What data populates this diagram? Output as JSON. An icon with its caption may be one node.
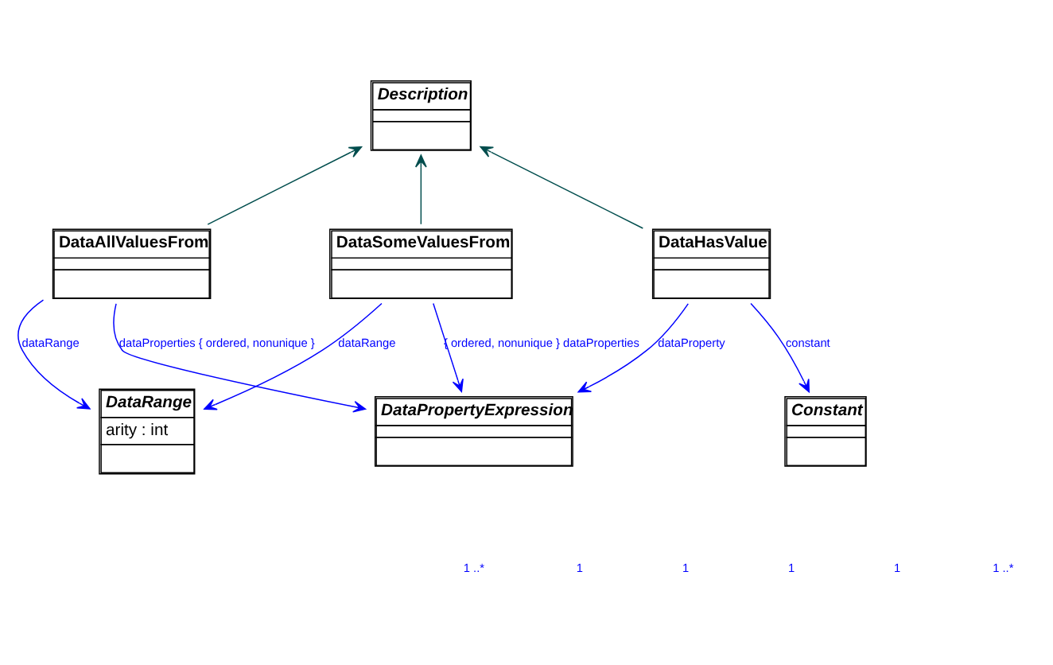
{
  "diagram": {
    "nodes": [
      {
        "text": [
          "Description"
        ]
      },
      {
        "text": [
          "DataSomeValuesFrom"
        ]
      },
      {
        "text": [
          "DataAllValuesFrom"
        ]
      },
      {
        "text": [
          "DataHasValue"
        ]
      },
      {
        "text": [
          "DataRange",
          "arity : int"
        ]
      },
      {
        "text": [
          "DataPropertyExpression"
        ]
      },
      {
        "text": [
          "Constant"
        ]
      }
    ],
    "edges": [
      {
        "from": 1,
        "to": 0,
        "arrow": "to",
        "color": "#004d4d"
      },
      {
        "from": 2,
        "to": 0,
        "arrow": "to",
        "color": "#004d4d"
      },
      {
        "from": 3,
        "to": 0,
        "arrow": "to",
        "color": "#004d4d"
      },
      {
        "from": 1,
        "to": 4,
        "arrow": "to",
        "label": "dataRange"
      },
      {
        "from": 2,
        "to": 4,
        "arrow": "to",
        "label": "dataRange"
      },
      {
        "from": 2,
        "to": 5,
        "arrow": "to",
        "label": "dataProperties { ordered, nonunique }"
      },
      {
        "from": 3,
        "to": 5,
        "arrow": "to",
        "label": "dataProperty"
      },
      {
        "from": 3,
        "to": 6,
        "arrow": "to",
        "label": "constant"
      },
      {
        "from": 1,
        "to": 5,
        "arrow": "to",
        "label": "{ ordered, nonunique } dataProperties"
      }
    ],
    "labels": [
      "1 ..*",
      "1",
      "1",
      "1",
      "1",
      "1 ..*"
    ]
  }
}
